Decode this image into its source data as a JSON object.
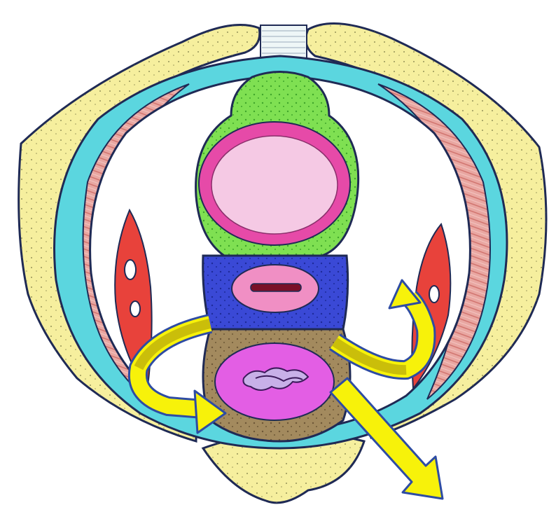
{
  "figure": {
    "type": "anatomical cross-section",
    "labels": []
  },
  "colors": {
    "bone": "#f6ef9e",
    "fascia": "#5bd6df",
    "muscle": "#e9a7a2",
    "vessel": "#e8423b",
    "bladder_fat": "#7fe052",
    "bladder_wall": "#e64aa8",
    "bladder_lumen": "#f5c9e4",
    "vaginal_tissue": "#3a49d6",
    "vaginal_wall": "#f08fc4",
    "rectal_tissue": "#a38a5e",
    "rectal_wall": "#e35ee4",
    "arrow_fill": "#f7f20a",
    "arrow_outline": "#2e4ca3",
    "arrow_shaded": "#c2b50a",
    "outline": "#1f2a55"
  },
  "arrows": {
    "count": 3,
    "items": [
      "curved-left-arrow",
      "curved-right-arrow",
      "straight-arrow"
    ]
  }
}
